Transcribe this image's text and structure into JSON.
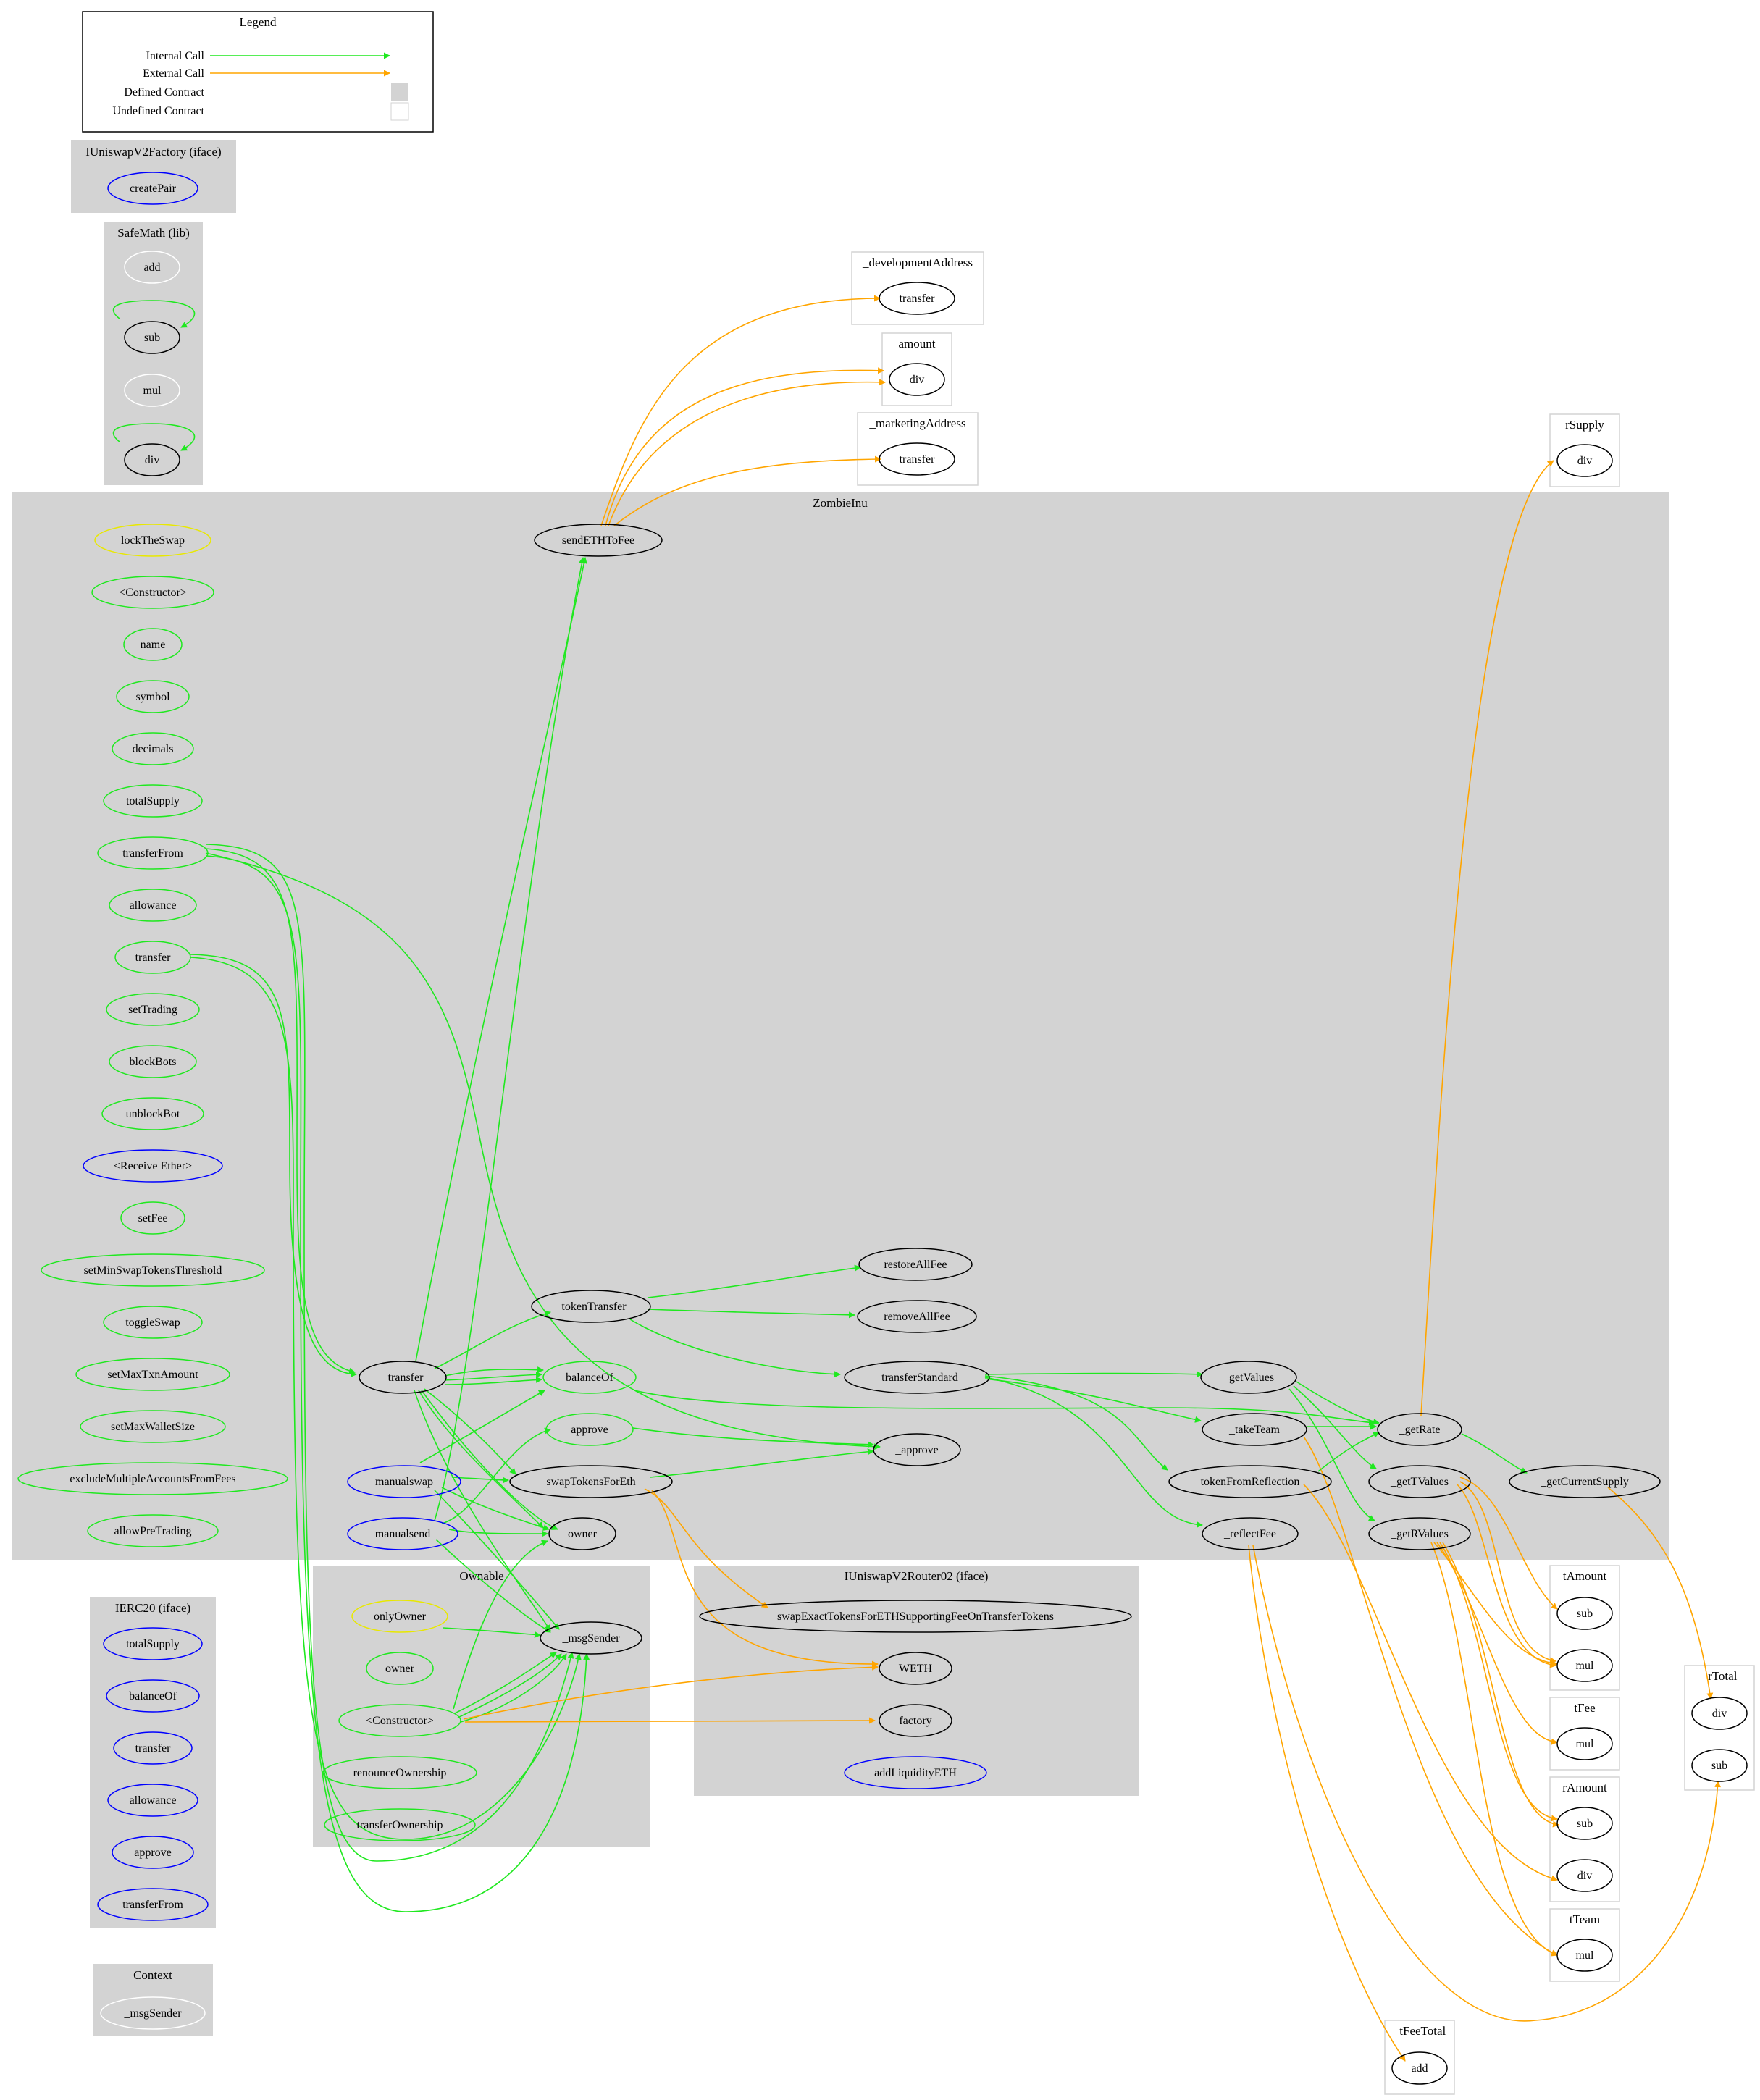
{
  "legend": {
    "title": "Legend",
    "internal_call": "Internal Call",
    "external_call": "External Call",
    "defined_contract": "Defined Contract",
    "undefined_contract": "Undefined Contract"
  },
  "colors": {
    "internal": "#1fe81f",
    "external": "#ffa500",
    "cluster_fill": "#d3d3d3",
    "undefined_border": "#d3d3d3",
    "public": "#1fe81f",
    "external_fn": "#0000ff",
    "modifier": "#e8e800",
    "plain": "#000000",
    "missing": "#ffffff"
  },
  "clusters": {
    "factory": "IUniswapV2Factory  (iface)",
    "safemath": "SafeMath  (lib)",
    "dev_address": "_developmentAddress",
    "amount": "amount",
    "marketing_address": "_marketingAddress",
    "rsupply": "rSupply",
    "zombie": "ZombieInu",
    "ierc20": "IERC20  (iface)",
    "context": "Context",
    "ownable": "Ownable",
    "router": "IUniswapV2Router02  (iface)",
    "tamount": "tAmount",
    "tfee": "tFee",
    "ramount": "rAmount",
    "tteam": "tTeam",
    "rtotal": "_rTotal",
    "tfeetotal": "_tFeeTotal"
  },
  "nodes": {
    "createPair": "createPair",
    "sm_add": "add",
    "sm_sub": "sub",
    "sm_mul": "mul",
    "sm_div": "div",
    "dev_transfer": "transfer",
    "amount_div": "div",
    "mkt_transfer": "transfer",
    "rsupply_div": "div",
    "lockTheSwap": "lockTheSwap",
    "z_constructor": "<Constructor>",
    "name": "name",
    "symbol": "symbol",
    "decimals": "decimals",
    "totalSupply": "totalSupply",
    "transferFrom": "transferFrom",
    "allowance": "allowance",
    "transfer": "transfer",
    "setTrading": "setTrading",
    "blockBots": "blockBots",
    "unblockBot": "unblockBot",
    "receiveEther": "<Receive Ether>",
    "setFee": "setFee",
    "setMinSwap": "setMinSwapTokensThreshold",
    "toggleSwap": "toggleSwap",
    "setMaxTxn": "setMaxTxnAmount",
    "setMaxWallet": "setMaxWalletSize",
    "excludeMultiple": "excludeMultipleAccountsFromFees",
    "allowPreTrading": "allowPreTrading",
    "sendETHToFee": "sendETHToFee",
    "restoreAllFee": "restoreAllFee",
    "tokenTransfer": "_tokenTransfer",
    "removeAllFee": "removeAllFee",
    "_transfer": "_transfer",
    "balanceOf": "balanceOf",
    "transferStandard": "_transferStandard",
    "approve": "approve",
    "_approve": "_approve",
    "manualswap": "manualswap",
    "swapTokensForEth": "swapTokensForEth",
    "manualsend": "manualsend",
    "owner": "owner",
    "getValues": "_getValues",
    "takeTeam": "_takeTeam",
    "tokenFromReflection": "tokenFromReflection",
    "reflectFee": "_reflectFee",
    "getRate": "_getRate",
    "getTValues": "_getTValues",
    "getRValues": "_getRValues",
    "getCurrentSupply": "_getCurrentSupply",
    "ierc_totalSupply": "totalSupply",
    "ierc_balanceOf": "balanceOf",
    "ierc_transfer": "transfer",
    "ierc_allowance": "allowance",
    "ierc_approve": "approve",
    "ierc_transferFrom": "transferFrom",
    "ctx_msgSender": "_msgSender",
    "onlyOwner": "onlyOwner",
    "msgSender": "_msgSender",
    "own_owner": "owner",
    "own_constructor": "<Constructor>",
    "renounceOwnership": "renounceOwnership",
    "transferOwnership": "transferOwnership",
    "swapExact": "swapExactTokensForETHSupportingFeeOnTransferTokens",
    "weth": "WETH",
    "factory": "factory",
    "addLiquidityETH": "addLiquidityETH",
    "tamount_sub": "sub",
    "tamount_mul": "mul",
    "tfee_mul": "mul",
    "ramount_sub": "sub",
    "ramount_div": "div",
    "tteam_mul": "mul",
    "rtotal_div": "div",
    "rtotal_sub": "sub",
    "tfeetotal_add": "add"
  }
}
